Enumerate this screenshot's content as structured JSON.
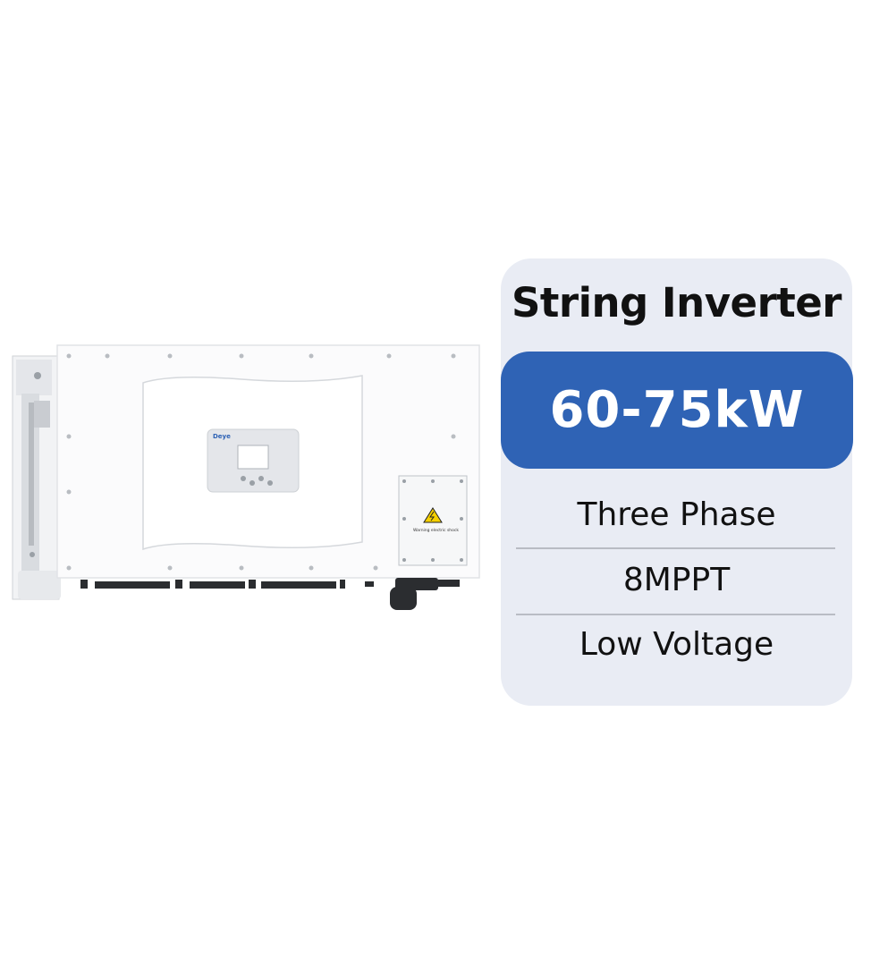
{
  "product": {
    "device_label": "Deye",
    "warning_label": "Warning electric shock"
  },
  "card": {
    "title": "String Inverter",
    "power": "60-75kW",
    "specs": [
      "Three Phase",
      "8MPPT",
      "Low Voltage"
    ]
  },
  "colors": {
    "card_bg": "#e9ecf4",
    "accent": "#2f63b5",
    "text": "#111111"
  }
}
